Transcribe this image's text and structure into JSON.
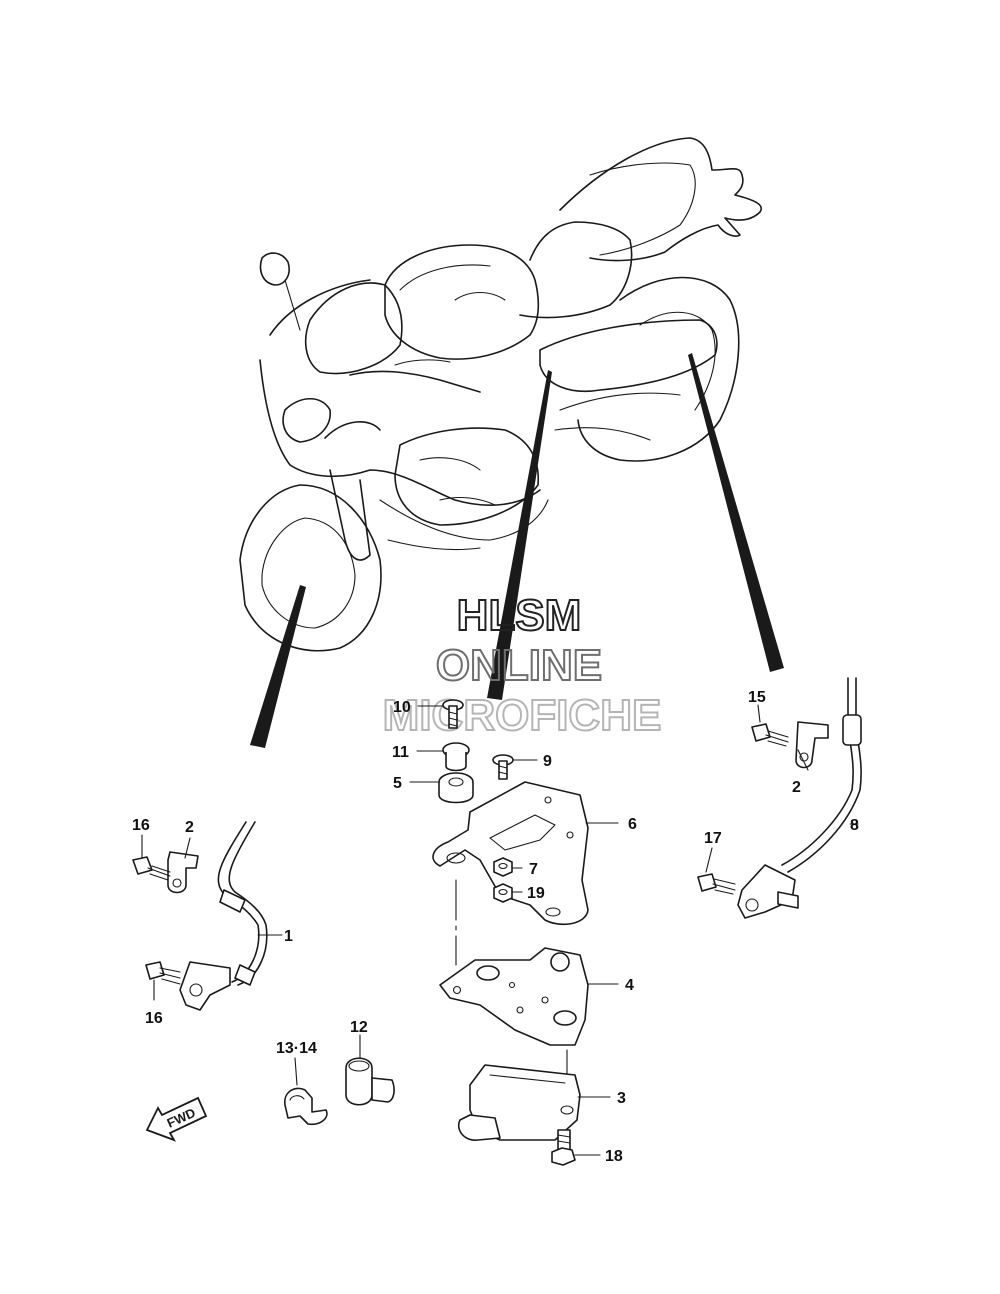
{
  "callouts": [
    {
      "id": "1",
      "label": "1"
    },
    {
      "id": "2a",
      "label": "2"
    },
    {
      "id": "2b",
      "label": "2"
    },
    {
      "id": "3",
      "label": "3"
    },
    {
      "id": "4",
      "label": "4"
    },
    {
      "id": "5",
      "label": "5"
    },
    {
      "id": "6",
      "label": "6"
    },
    {
      "id": "7",
      "label": "7"
    },
    {
      "id": "8",
      "label": "8"
    },
    {
      "id": "9",
      "label": "9"
    },
    {
      "id": "10",
      "label": "10"
    },
    {
      "id": "11",
      "label": "11"
    },
    {
      "id": "12",
      "label": "12"
    },
    {
      "id": "13-14",
      "label": "13·14"
    },
    {
      "id": "15",
      "label": "15"
    },
    {
      "id": "16a",
      "label": "16"
    },
    {
      "id": "16b",
      "label": "16"
    },
    {
      "id": "17",
      "label": "17"
    },
    {
      "id": "18",
      "label": "18"
    },
    {
      "id": "19",
      "label": "19"
    }
  ],
  "fwd_label": "FWD",
  "watermark": {
    "line1": "HLSM",
    "line2": "ONLINE",
    "line3": "MICROFICHE"
  },
  "colors": {
    "ink": "#1a1a1a",
    "watermark_dark": "#222222",
    "watermark_mid": "#6e6e6e",
    "watermark_light": "#b5b5b5"
  }
}
